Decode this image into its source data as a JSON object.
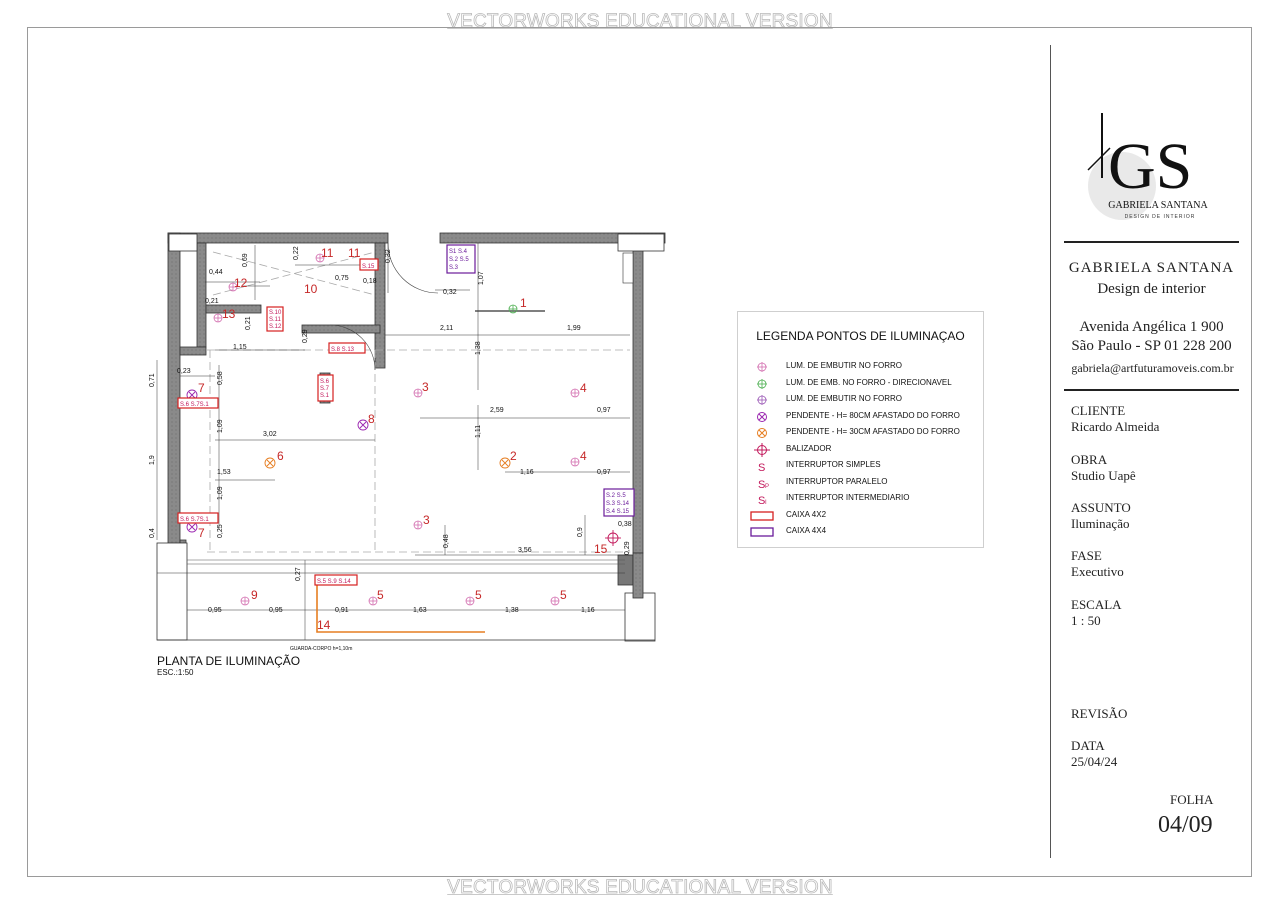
{
  "watermark": "VECTORWORKS EDUCATIONAL VERSION",
  "plan": {
    "title": "PLANTA DE ILUMINAÇÃO",
    "scale": "ESC.:1:50",
    "guardrail_note": "GUARDA-CORPO h=1,10m",
    "dimensions": [
      "0,69",
      "0,44",
      "0,22",
      "0,75",
      "0,18",
      "0,32",
      "1,07",
      "0,32",
      "0,21",
      "0,21",
      "0,29",
      "2,11",
      "1,99",
      "1,15",
      "1,38",
      "0,71",
      "0,23",
      "0,58",
      "2,59",
      "0,97",
      "1,09",
      "3,02",
      "1,11",
      "1,9",
      "1,53",
      "1,16",
      "0,97",
      "1,09",
      "0,38",
      "0,9",
      "0,4",
      "0,25",
      "0,48",
      "3,56",
      "0,29",
      "0,27",
      "0,95",
      "0,95",
      "0,91",
      "1,63",
      "1,38",
      "1,16"
    ],
    "circuit_numbers": [
      "11",
      "11",
      "12",
      "10",
      "13",
      "1",
      "7",
      "3",
      "4",
      "8",
      "6",
      "2",
      "4",
      "7",
      "3",
      "15",
      "9",
      "5",
      "5",
      "5",
      "14"
    ],
    "switch_labels": [
      "S1",
      "S.4",
      "S.2",
      "S.5",
      "S.3",
      "S.10",
      "S.11",
      "S.12",
      "S.8",
      "S.13",
      "S.7",
      "S.6",
      "S.6",
      "S.7",
      "S.1",
      "S.6",
      "S.7",
      "S.1",
      "S.2",
      "S.5",
      "S.3",
      "S.14",
      "S.4",
      "S.15",
      "S.5",
      "S.9",
      "S.14"
    ]
  },
  "legend": {
    "title": "LEGENDA PONTOS DE ILUMINAÇAO",
    "items": [
      {
        "label": "LUM. DE EMBUTIR NO FORRO",
        "icon": "embedded-light-pink",
        "color": "#d36fb0"
      },
      {
        "label": "LUM. DE EMB. NO FORRO - DIRECIONAVEL",
        "icon": "directional-light-green",
        "color": "#4caf50"
      },
      {
        "label": "LUM. DE EMBUTIR NO FORRO",
        "icon": "embedded-light-purple",
        "color": "#9b59b6"
      },
      {
        "label": "PENDENTE - H= 80CM AFASTADO DO FORRO",
        "icon": "pendant-purple",
        "color": "#9b27b0"
      },
      {
        "label": "PENDENTE - H= 30CM AFASTADO DO FORRO",
        "icon": "pendant-orange",
        "color": "#e67e22"
      },
      {
        "label": "BALIZADOR",
        "icon": "marker-light",
        "color": "#c2185b"
      },
      {
        "label": "INTERRUPTOR SIMPLES",
        "icon": "switch-simple",
        "glyph": "S",
        "color": "#c2185b"
      },
      {
        "label": "INTERRUPTOR PARALELO",
        "icon": "switch-parallel",
        "glyph": "SP",
        "color": "#c2185b"
      },
      {
        "label": "INTERRUPTOR  INTERMEDIARIO",
        "icon": "switch-intermediate",
        "glyph": "SI",
        "color": "#c2185b"
      },
      {
        "label": "CAIXA 4X2",
        "icon": "box-red",
        "color": "#d62020"
      },
      {
        "label": "CAIXA 4X4",
        "icon": "box-purple",
        "color": "#6a1b9a"
      }
    ]
  },
  "title_block": {
    "logo_text": "GS",
    "logo_sub1": "GABRIELA SANTANA",
    "logo_sub2": "DESIGN DE INTERIOR",
    "designer": "GABRIELA SANTANA",
    "designer_sub": "Design de interior",
    "address1": "Avenida Angélica 1 900",
    "address2": "São Paulo - SP 01 228 200",
    "email": "gabriela@artfuturamoveis.com.br",
    "cliente_label": "CLIENTE",
    "cliente": "Ricardo Almeida",
    "obra_label": "OBRA",
    "obra": "Studio Uapê",
    "assunto_label": "ASSUNTO",
    "assunto": "Iluminação",
    "fase_label": "FASE",
    "fase": "Executivo",
    "escala_label": "ESCALA",
    "escala": "1 : 50",
    "revisao_label": "REVISÃO",
    "data_label": "DATA",
    "data": "25/04/24",
    "folha_label": "FOLHA",
    "folha": "04/09"
  },
  "colors": {
    "wall": "#8a8a8a",
    "wall_dark": "#6e6e6e",
    "red": "#c62828",
    "pink": "#c2185b",
    "purple": "#6a1b9a",
    "orange": "#e67e22",
    "green": "#4caf50"
  }
}
